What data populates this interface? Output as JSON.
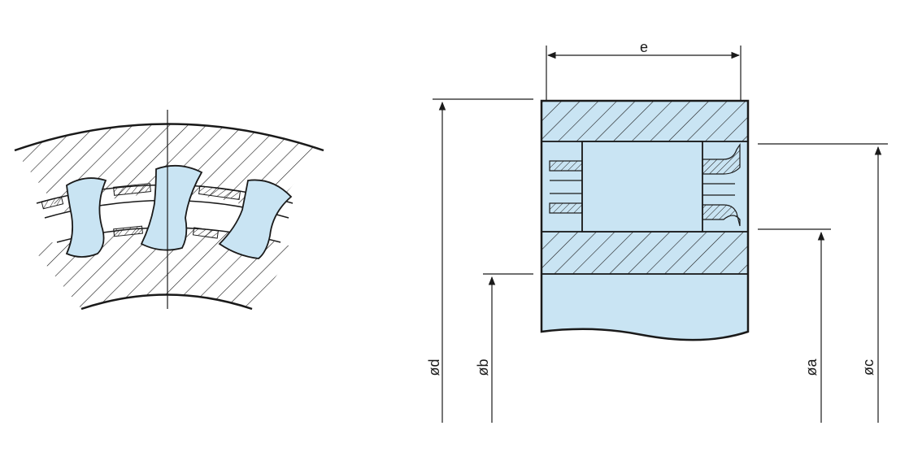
{
  "colors": {
    "fill": "#c9e4f3",
    "line": "#1a1a1a",
    "background": "#ffffff"
  },
  "labels": {
    "e": "e",
    "d": "ød",
    "b": "øb",
    "a": "øa",
    "c": "øc"
  }
}
